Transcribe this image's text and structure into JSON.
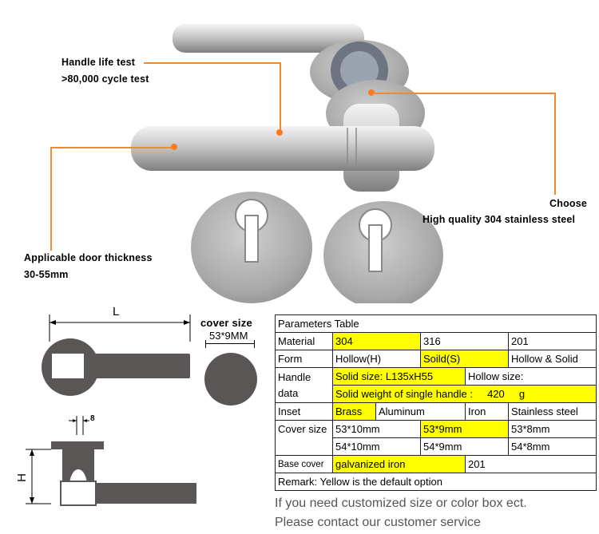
{
  "annotations": {
    "handle_life_title": "Handle life test",
    "handle_life_value": ">80,000 cycle test",
    "door_thickness_title": "Applicable door thickness",
    "door_thickness_value": "30-55mm",
    "choose_title": "Choose",
    "choose_value": "High quality 304 stainless steel"
  },
  "diagram": {
    "length_label": "L",
    "height_label": "H",
    "thickness_label": "8",
    "cover_title": "cover size",
    "cover_value": "53*9MM"
  },
  "table": {
    "title": "Parameters Table",
    "material": {
      "label": "Material",
      "options": [
        "304",
        "316",
        "201"
      ]
    },
    "form": {
      "label": "Form",
      "options": [
        "Hollow(H)",
        "Soild(S)",
        "Hollow & Solid"
      ]
    },
    "handle": {
      "label_line1": "Handle",
      "label_line2": "data",
      "solid_size": "Solid size: L135xH55",
      "hollow_size": "Hollow size:",
      "solid_weight": "Solid weight of single handle :",
      "weight_value": "420",
      "weight_unit": "g"
    },
    "inset": {
      "label": "Inset",
      "options": [
        "Brass",
        "Aluminum",
        "Iron",
        "Stainless steel"
      ]
    },
    "cover": {
      "label": "Cover size",
      "row1": [
        "53*10mm",
        "53*9mm",
        "53*8mm"
      ],
      "row2": [
        "54*10mm",
        "54*9mm",
        "54*8mm"
      ]
    },
    "base_cover": {
      "label": "Base cover",
      "options": [
        "galvanized iron",
        "201"
      ]
    },
    "remark": "Remark: Yellow is the default option"
  },
  "footer": {
    "line1": "If you need customized size or color box ect.",
    "line2": "Please contact our customer service"
  },
  "colors": {
    "accent_orange": "#f08a2c",
    "highlight_yellow": "#ffff00",
    "steel_dark": "#5a5656"
  }
}
